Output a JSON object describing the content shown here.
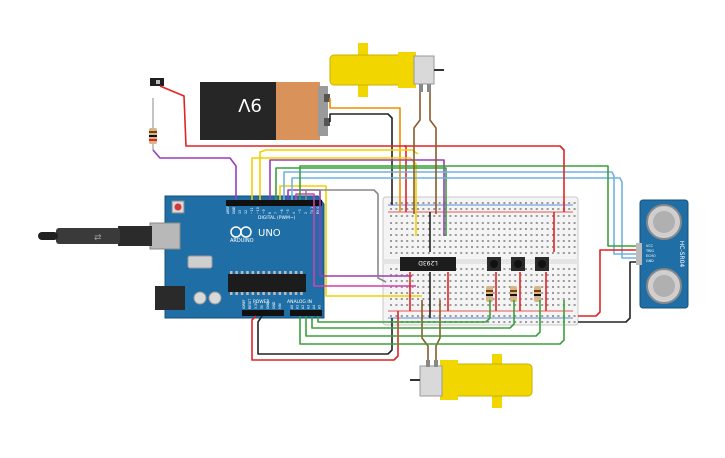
{
  "battery": {
    "voltage_label": "9V"
  },
  "arduino": {
    "brand": "ARDUINO",
    "model": "UNO",
    "digital_header_label": "DIGITAL (PWM~)",
    "power_label": "POWER",
    "analog_label": "ANALOG IN",
    "digital_pins": [
      "AREF",
      "GND",
      "13",
      "12",
      "~11",
      "~10",
      "~9",
      "8",
      "7",
      "~6",
      "~5",
      "4",
      "~3",
      "2",
      "TX 1",
      "RX 0"
    ],
    "power_pins": [
      "IOREF",
      "RESET",
      "3.3V",
      "5V",
      "GND",
      "GND",
      "VIN"
    ],
    "analog_pins": [
      "A0",
      "A1",
      "A2",
      "A3",
      "A4",
      "A5"
    ]
  },
  "driver_ic": {
    "label": "L293D"
  },
  "ultrasonic": {
    "label": "HC-SR04",
    "pins": [
      "VCC",
      "TRIG",
      "ECHO",
      "GND"
    ]
  },
  "colors": {
    "board": "#1f6fa6",
    "battery_body": "#d9935a",
    "motor_body": "#f2d600",
    "wire_red": "#e02424",
    "wire_black": "#222222",
    "wire_green": "#3aa03a",
    "wire_yellow": "#f0d000",
    "wire_orange": "#f08c00",
    "wire_purple": "#9b3cb7",
    "wire_brown": "#8b5a2b",
    "wire_blue": "#6fb3e0",
    "wire_gray": "#888888"
  }
}
